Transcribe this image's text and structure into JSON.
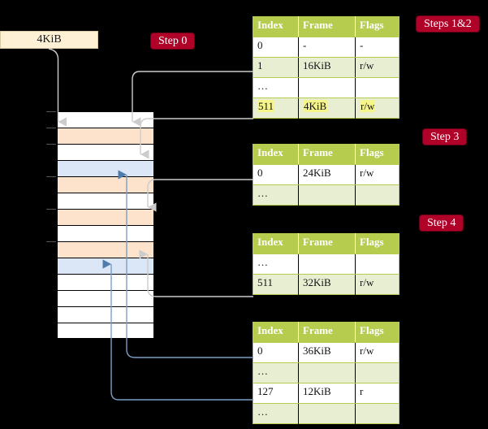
{
  "title": "Multi-level page table walk diagram",
  "background": "#000000",
  "colors": {
    "badge_bg": "#b00129",
    "badge_text": "#ffffff",
    "table_header_bg": "#b5cc4e",
    "table_alt_row_bg": "#e8eed2",
    "highlight": "#f5f58c",
    "request_box_bg": "#fdf0d5",
    "mem_orange": "#fde3cc",
    "mem_blue": "#dbe7f7",
    "connector_gray": "#c9c9c9",
    "connector_blue": "#7a9ec4"
  },
  "request": {
    "label": "4KiB"
  },
  "badges": [
    {
      "name": "step-0",
      "label": "Step 0"
    },
    {
      "name": "steps-1-2",
      "label": "Steps 1&2"
    },
    {
      "name": "step-3",
      "label": "Step 3"
    },
    {
      "name": "step-4",
      "label": "Step 4"
    }
  ],
  "tables": [
    {
      "name": "page-table-level-0",
      "headers": [
        "Index",
        "Frame",
        "Flags"
      ],
      "rows": [
        {
          "cells": [
            "0",
            "-",
            "-"
          ],
          "style": "plain",
          "highlight": false
        },
        {
          "cells": [
            "1",
            "16KiB",
            "r/w"
          ],
          "style": "alt",
          "highlight": false
        },
        {
          "cells": [
            "…",
            "",
            ""
          ],
          "style": "plain",
          "highlight": false
        },
        {
          "cells": [
            "511",
            "4KiB",
            "r/w"
          ],
          "style": "alt",
          "highlight": true
        }
      ]
    },
    {
      "name": "page-table-level-1",
      "headers": [
        "Index",
        "Frame",
        "Flags"
      ],
      "rows": [
        {
          "cells": [
            "0",
            "24KiB",
            "r/w"
          ],
          "style": "plain",
          "highlight": false
        },
        {
          "cells": [
            "…",
            "",
            ""
          ],
          "style": "alt",
          "highlight": false
        }
      ]
    },
    {
      "name": "page-table-level-2",
      "headers": [
        "Index",
        "Frame",
        "Flags"
      ],
      "rows": [
        {
          "cells": [
            "…",
            "",
            ""
          ],
          "style": "plain",
          "highlight": false
        },
        {
          "cells": [
            "511",
            "32KiB",
            "r/w"
          ],
          "style": "alt",
          "highlight": false
        }
      ]
    },
    {
      "name": "page-table-level-3",
      "headers": [
        "Index",
        "Frame",
        "Flags"
      ],
      "rows": [
        {
          "cells": [
            "0",
            "36KiB",
            "r/w"
          ],
          "style": "plain",
          "highlight": false
        },
        {
          "cells": [
            "…",
            "",
            ""
          ],
          "style": "alt",
          "highlight": false
        },
        {
          "cells": [
            "127",
            "12KiB",
            "r"
          ],
          "style": "plain",
          "highlight": false
        },
        {
          "cells": [
            "…",
            "",
            ""
          ],
          "style": "alt",
          "highlight": false
        }
      ]
    }
  ],
  "memory_grid": {
    "name": "physical-memory-frames",
    "row_count": 14,
    "rows": [
      {
        "fill": "white"
      },
      {
        "fill": "orange"
      },
      {
        "fill": "white"
      },
      {
        "fill": "blue"
      },
      {
        "fill": "orange"
      },
      {
        "fill": "white"
      },
      {
        "fill": "orange"
      },
      {
        "fill": "white"
      },
      {
        "fill": "orange"
      },
      {
        "fill": "blue"
      },
      {
        "fill": "white"
      },
      {
        "fill": "white"
      },
      {
        "fill": "white"
      },
      {
        "fill": "white"
      }
    ]
  }
}
